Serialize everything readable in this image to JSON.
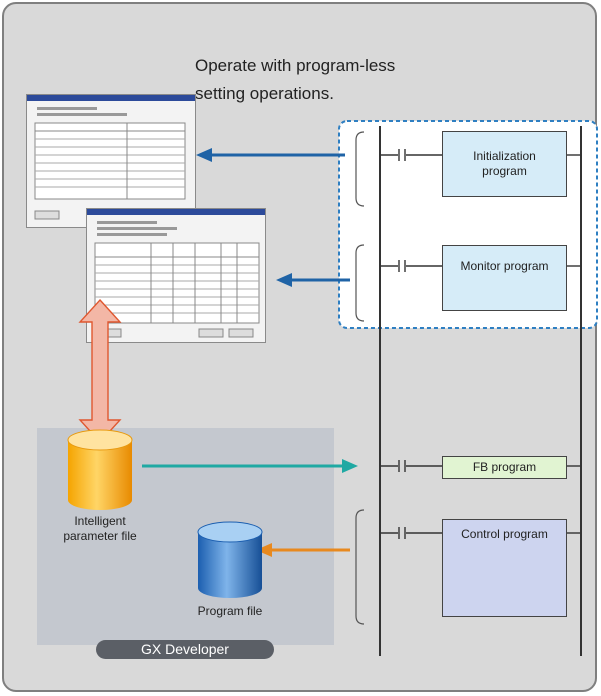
{
  "header": {
    "line1": "Operate with program-less",
    "line2": "setting operations."
  },
  "programs": {
    "initialization": "Initialization program",
    "monitor": "Monitor program",
    "fb": "FB program",
    "control": "Control program"
  },
  "files": {
    "intelligent": "Intelligent parameter file",
    "program": "Program file"
  },
  "footer": {
    "gx_label": "GX Developer"
  },
  "colors": {
    "blue_arrow": "#1f63a6",
    "teal_arrow": "#1fa9a3",
    "orange_arrow": "#e8891e",
    "pink_arrow": "#f3b7a6",
    "box_blue": "#d6ecf8",
    "box_green": "#e1f4d2",
    "box_violet": "#cdd4ef",
    "dashed": "#2e7fc2"
  }
}
